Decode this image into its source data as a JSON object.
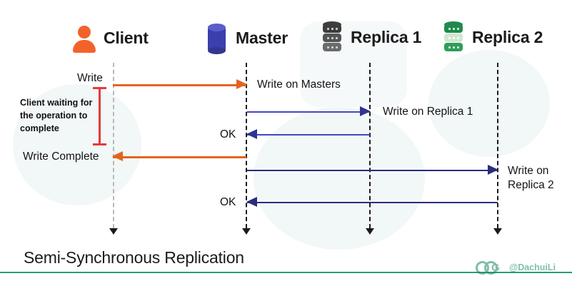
{
  "diagram": {
    "footer_title": "Semi-Synchronous Replication",
    "actors": [
      {
        "id": "client",
        "label": "Client",
        "icon": "person-icon",
        "color": "#f2632a"
      },
      {
        "id": "master",
        "label": "Master",
        "icon": "database-cylinder-icon",
        "color": "#3b3fae"
      },
      {
        "id": "replica1",
        "label": "Replica 1",
        "icon": "server-stack-icon",
        "color": "#545454"
      },
      {
        "id": "replica2",
        "label": "Replica 2",
        "icon": "server-stack-icon",
        "color": "#1f8a4c"
      }
    ],
    "messages": [
      {
        "id": "write",
        "label": "Write",
        "from": "client",
        "to": "master",
        "color": "#e2651f",
        "direction": "right"
      },
      {
        "id": "write-on-masters",
        "label": "Write on Masters",
        "from": "client",
        "to": "master",
        "color": "#e2651f",
        "direction": "right"
      },
      {
        "id": "write-on-replica1",
        "label": "Write on Replica 1",
        "from": "master",
        "to": "replica1",
        "color": "#3b3fae",
        "direction": "right"
      },
      {
        "id": "ok-replica1",
        "label": "OK",
        "from": "replica1",
        "to": "master",
        "color": "#4246c4",
        "direction": "left"
      },
      {
        "id": "write-complete",
        "label": "Write Complete",
        "from": "master",
        "to": "client",
        "color": "#e2651f",
        "direction": "left"
      },
      {
        "id": "write-on-replica2",
        "label": "Write on\nReplica 2",
        "from": "master",
        "to": "replica2",
        "color": "#2a2e7a",
        "direction": "right"
      },
      {
        "id": "ok-replica2",
        "label": "OK",
        "from": "replica2",
        "to": "master",
        "color": "#2a2e7a",
        "direction": "left"
      }
    ],
    "annotation": {
      "bracket_label": "Client waiting for the operation to complete",
      "bracket_color": "#e23b3b"
    },
    "labels": {
      "write": "Write",
      "write_complete": "Write Complete",
      "write_on_masters": "Write on Masters",
      "write_on_replica1": "Write on Replica 1",
      "write_on_replica2_line1": "Write on",
      "write_on_replica2_line2": "Replica 2",
      "ok_1": "OK",
      "ok_2": "OK",
      "waiting_note": "Client waiting for the operation to complete"
    },
    "watermark": {
      "text": "@DachuiLi",
      "color": "#1a8a63"
    },
    "colors": {
      "accent_orange": "#e2651f",
      "accent_blue": "#3b3fae",
      "accent_navy": "#2a2e7a",
      "accent_red": "#e23b3b",
      "accent_green": "#2b9b7e",
      "lifeline_grey": "#b9b9b9",
      "lifeline_dark": "#1b1b1b"
    }
  }
}
